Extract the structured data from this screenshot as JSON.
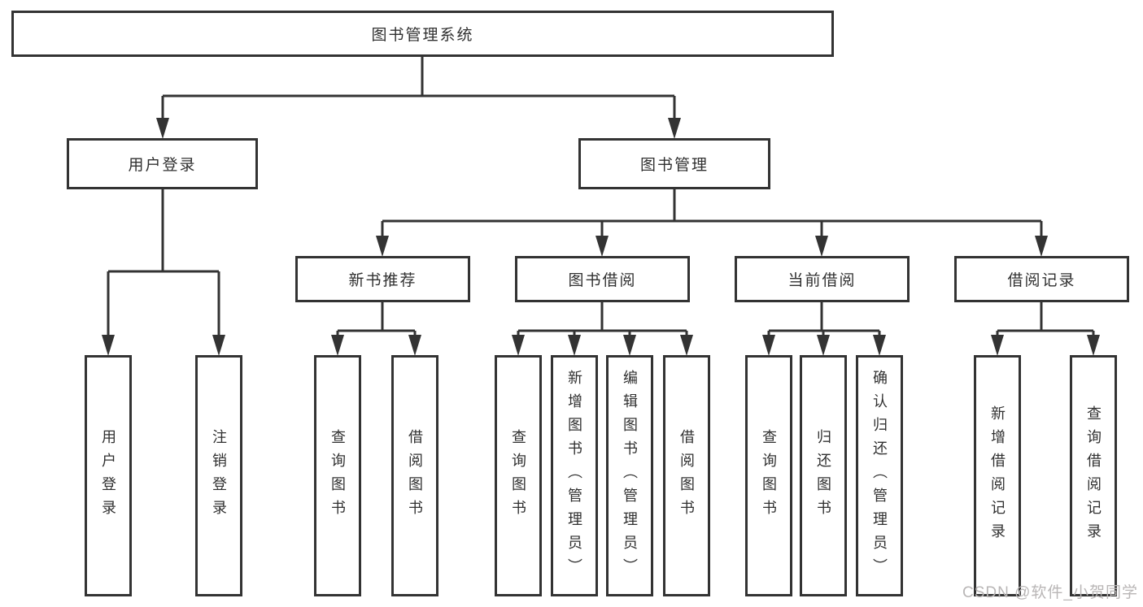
{
  "diagram": {
    "root_label": "图书管理系统",
    "user_login": {
      "label": "用户登录",
      "children": {
        "login": "用户登录",
        "logout": "注销登录"
      }
    },
    "book_mgmt": {
      "label": "图书管理",
      "sections": {
        "new_book_rec": {
          "label": "新书推荐",
          "children": {
            "query_book": "查询图书",
            "borrow_book": "借阅图书"
          }
        },
        "book_borrow": {
          "label": "图书借阅",
          "children": {
            "query_book": "查询图书",
            "add_book": "新增图书（管理员）",
            "edit_book": "编辑图书（管理员）",
            "borrow_book": "借阅图书"
          }
        },
        "current_borrow": {
          "label": "当前借阅",
          "children": {
            "query_book": "查询图书",
            "return_book": "归还图书",
            "confirm_return": "确认归还（管理员）"
          }
        },
        "borrow_record": {
          "label": "借阅记录",
          "children": {
            "add_record": "新增借阅记录",
            "query_record": "查询借阅记录"
          }
        }
      }
    }
  },
  "watermark": {
    "text": "CSDN @软件_小贺同学"
  },
  "colors": {
    "stroke": "#333333",
    "text": "#303030",
    "watermark": "#b9b6b6",
    "background": "#ffffff"
  }
}
